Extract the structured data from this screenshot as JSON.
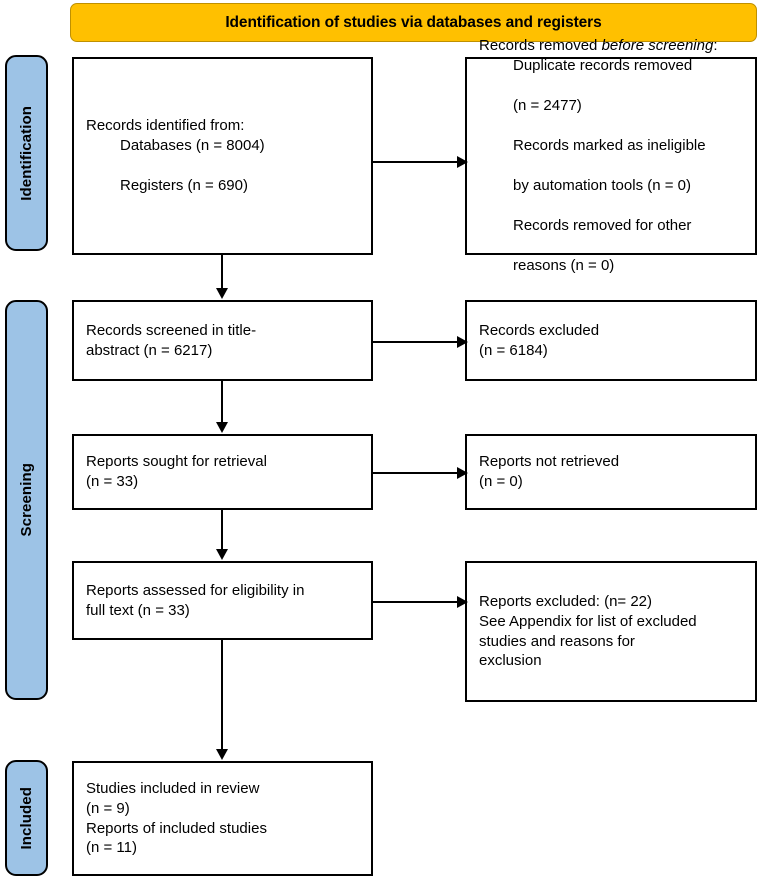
{
  "banner": {
    "title": "Identification of studies via databases and registers",
    "color": "#FFC000"
  },
  "stages": {
    "identification": "Identification",
    "screening": "Screening",
    "included": "Included",
    "color": "#9DC3E6"
  },
  "boxes": {
    "identified": {
      "line1": "Records identified from:",
      "line2": "Databases (n = 8004)",
      "line3": "Registers (n = 690)"
    },
    "removed": {
      "line1_a": "Records removed ",
      "line1_em": "before screening",
      "line1_b": ":",
      "line2": "Duplicate records removed",
      "line3": "(n = 2477)",
      "line4": "Records marked as ineligible",
      "line5": "by automation tools (n = 0)",
      "line6": "Records removed for other",
      "line7": "reasons (n = 0)"
    },
    "screened": {
      "text": "Records screened in title-\nabstract (n = 6217)"
    },
    "excluded": {
      "text": "Records excluded\n(n = 6184)"
    },
    "sought": {
      "text": "Reports sought for retrieval\n(n = 33)"
    },
    "not_retrieved": {
      "text": "Reports not retrieved\n(n = 0)"
    },
    "assessed": {
      "text": "Reports assessed for eligibility in\nfull text (n = 33)"
    },
    "reports_excluded": {
      "text": "Reports excluded: (n= 22)\nSee Appendix for list of excluded\nstudies and reasons for\nexclusion"
    },
    "included": {
      "text": "Studies included in review\n(n = 9)\nReports of included studies\n(n = 11)"
    }
  }
}
